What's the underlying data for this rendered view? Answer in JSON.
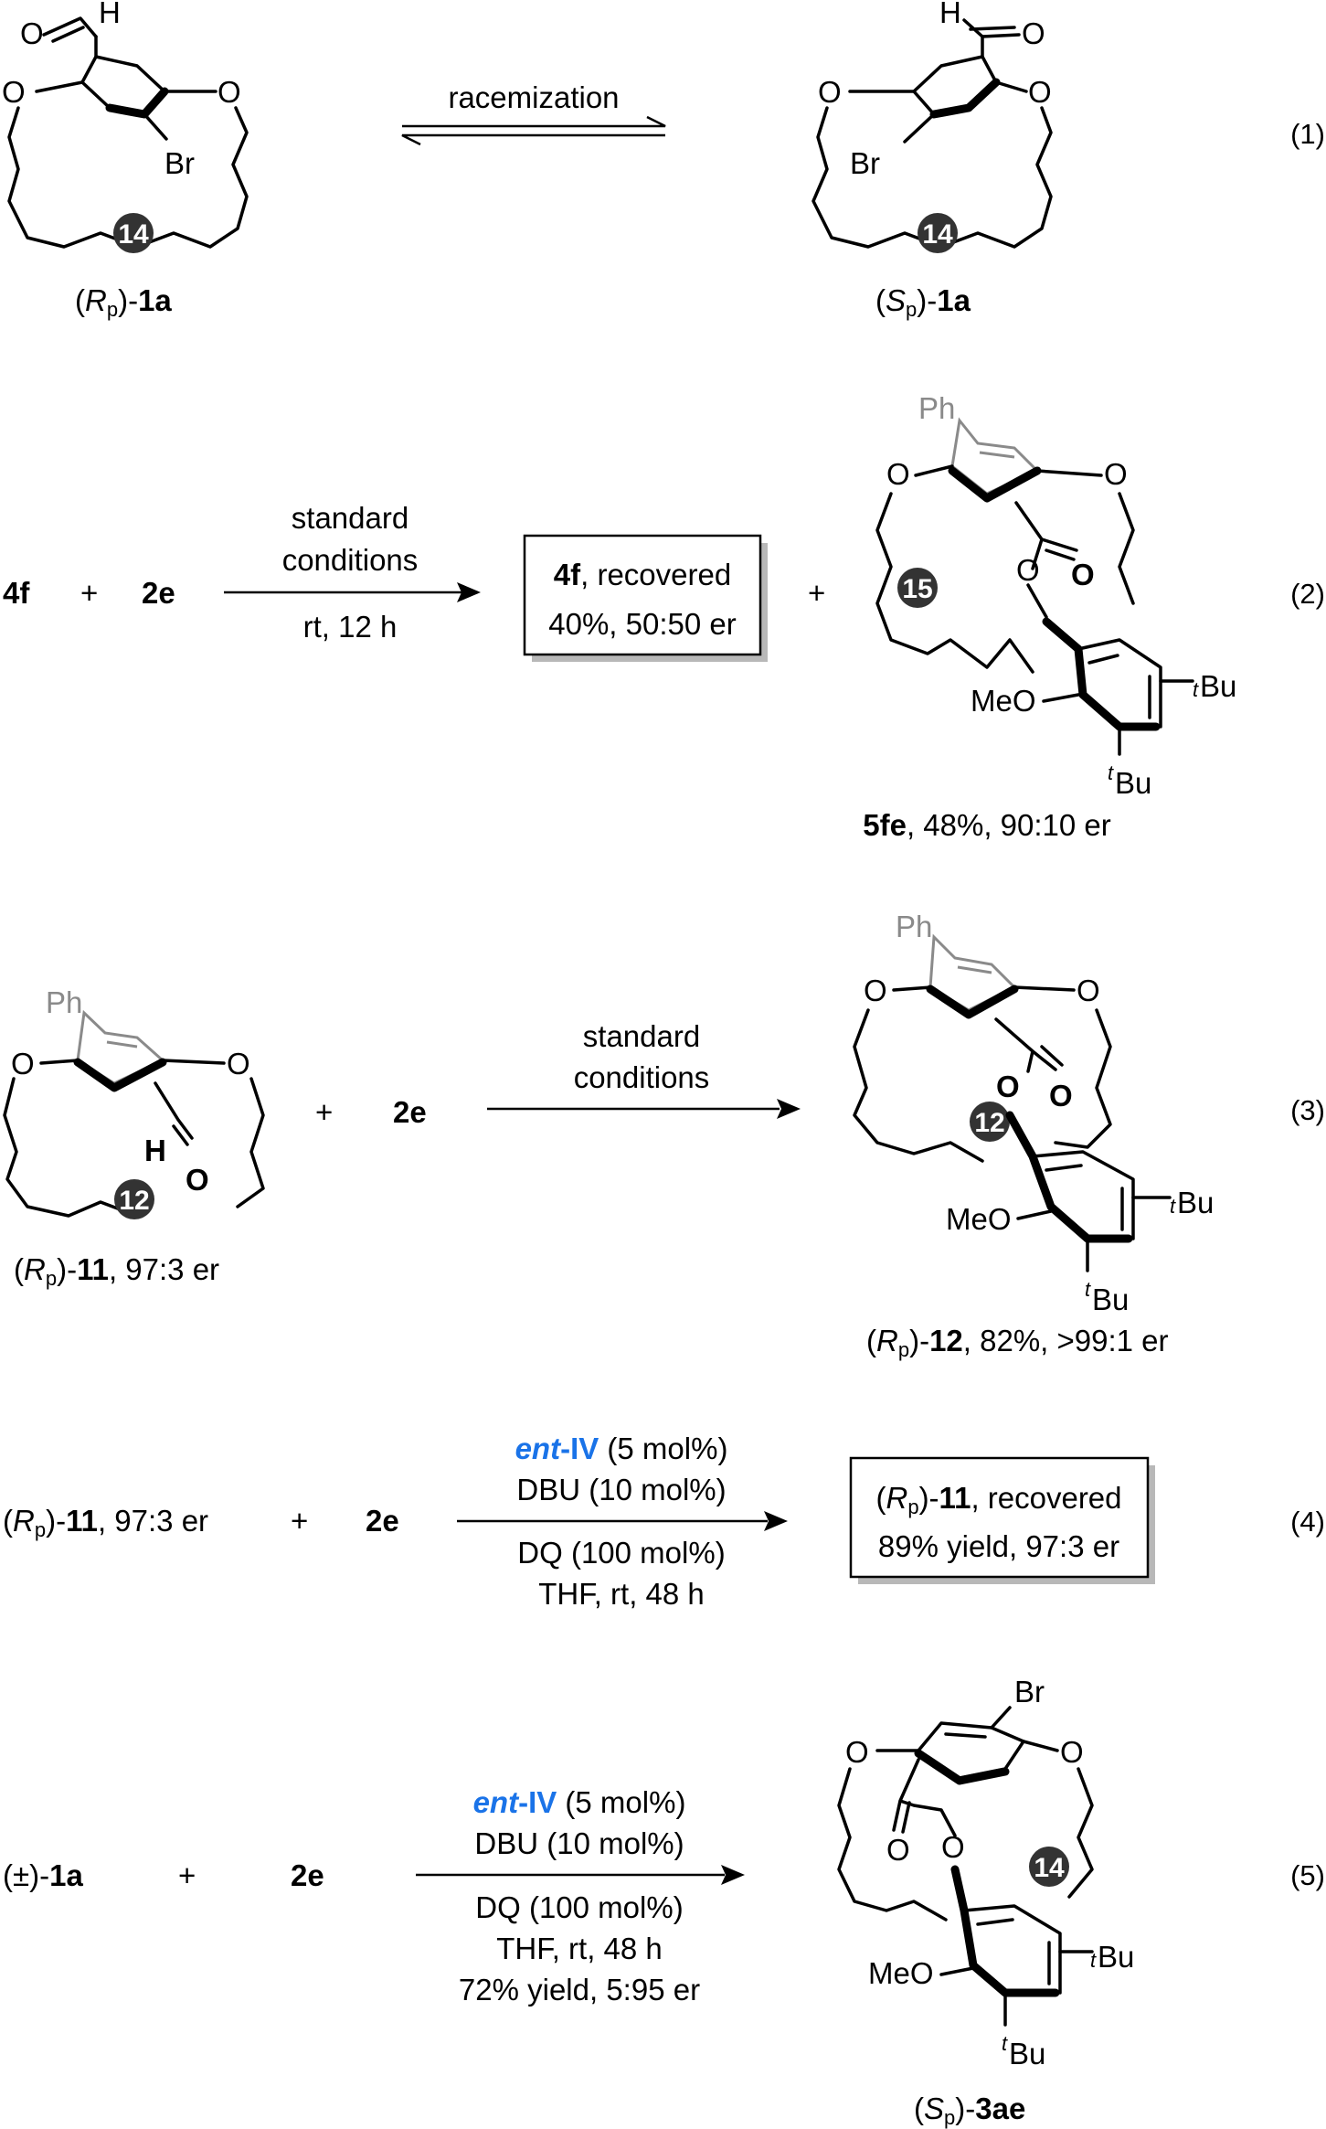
{
  "equations": [
    {
      "number": "(1)",
      "left_label": {
        "pre": "(",
        "italic": "R",
        "sub": "p",
        "post": ")-",
        "bold": "1a"
      },
      "right_label": {
        "pre": "(",
        "italic": "S",
        "sub": "p",
        "post": ")-",
        "bold": "1a"
      },
      "arrow_text": "racemization",
      "left_ring": "14",
      "right_ring": "14",
      "atoms": {
        "H": "H",
        "O": "O",
        "Br": "Br"
      }
    },
    {
      "number": "(2)",
      "reactant1": "4f",
      "plus": "+",
      "reactant2": "2e",
      "arrow_above": [
        "standard",
        "conditions"
      ],
      "arrow_below": [
        "rt, 12 h"
      ],
      "box": {
        "line1_bold": "4f",
        "line1_rest": ", recovered",
        "line2": "40%, 50:50 er"
      },
      "product_label": {
        "bold": "5fe",
        "rest": ", 48%, 90:10 er"
      },
      "ring": "15",
      "atoms": {
        "Ph": "Ph",
        "O": "O",
        "MeO": "MeO",
        "tBu_sup": "t",
        "tBu_main": "Bu"
      }
    },
    {
      "number": "(3)",
      "reactant_label": {
        "pre": "(",
        "italic": "R",
        "sub": "p",
        "post": ")-",
        "bold": "11",
        "rest": ", 97:3 er"
      },
      "plus": "+",
      "reactant2": "2e",
      "arrow_above": [
        "standard",
        "conditions"
      ],
      "product_label": {
        "pre": "(",
        "italic": "R",
        "sub": "p",
        "post": ")-",
        "bold": "12",
        "rest": ", 82%, >99:1 er"
      },
      "left_ring": "12",
      "right_ring": "12",
      "atoms": {
        "Ph": "Ph",
        "O": "O",
        "H": "H",
        "MeO": "MeO",
        "tBu_sup": "t",
        "tBu_main": "Bu"
      }
    },
    {
      "number": "(4)",
      "reactant_label": {
        "pre": "(",
        "italic": "R",
        "sub": "p",
        "post": ")-",
        "bold": "11",
        "rest": ", 97:3 er"
      },
      "plus": "+",
      "reactant2": "2e",
      "catalyst": {
        "italic": "ent",
        "dash": "-",
        "roman": "IV",
        "amount": " (5 mol%)"
      },
      "arrow_above": [
        "DBU (10 mol%)"
      ],
      "arrow_below": [
        "DQ (100 mol%)",
        "THF, rt, 48 h"
      ],
      "box": {
        "pre": "(",
        "italic": "R",
        "sub": "p",
        "post": ")-",
        "bold": "11",
        "rest": ", recovered",
        "line2": "89% yield, 97:3 er"
      }
    },
    {
      "number": "(5)",
      "reactant_label": {
        "pre": "(±)-",
        "bold": "1a"
      },
      "plus": "+",
      "reactant2": "2e",
      "catalyst": {
        "italic": "ent",
        "dash": "-",
        "roman": "IV",
        "amount": " (5 mol%)"
      },
      "arrow_above": [
        "DBU (10 mol%)"
      ],
      "arrow_below": [
        "DQ (100 mol%)",
        "THF, rt, 48 h",
        "72% yield, 5:95 er"
      ],
      "product_label": {
        "pre": "(",
        "italic": "S",
        "sub": "p",
        "post": ")-",
        "bold": "3ae"
      },
      "ring": "14",
      "atoms": {
        "Br": "Br",
        "O": "O",
        "MeO": "MeO",
        "tBu_sup": "t",
        "tBu_main": "Bu"
      }
    }
  ]
}
